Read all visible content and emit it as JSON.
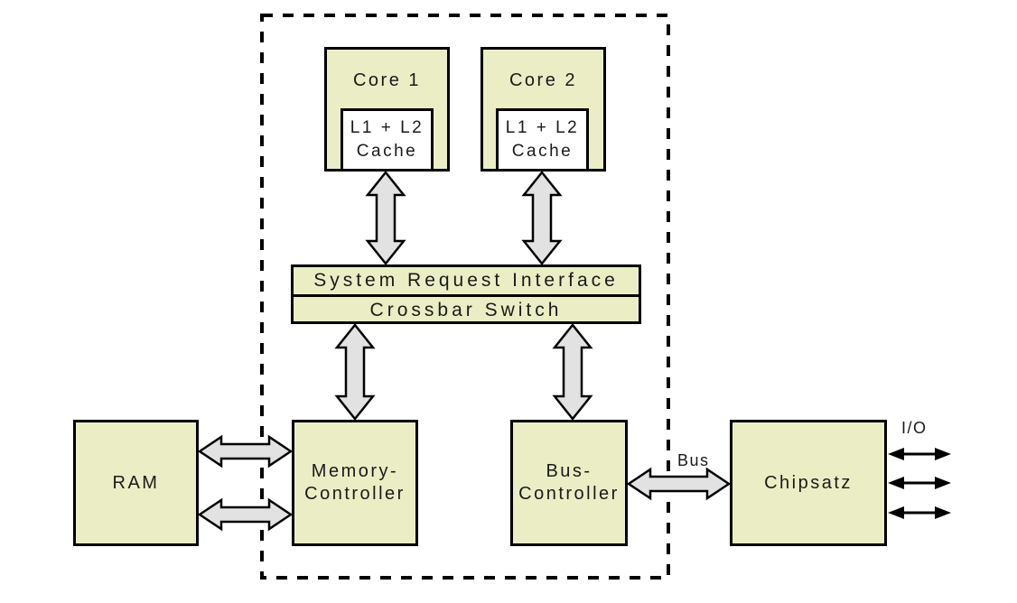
{
  "nodes": {
    "core1": {
      "label": "Core 1",
      "cache": {
        "line1": "L1 + L2",
        "line2": "Cache"
      }
    },
    "core2": {
      "label": "Core 2",
      "cache": {
        "line1": "L1 + L2",
        "line2": "Cache"
      }
    },
    "system_request_interface": {
      "label": "System Request Interface"
    },
    "crossbar_switch": {
      "label": "Crossbar Switch"
    },
    "ram": {
      "label": "RAM"
    },
    "memory_controller": {
      "line1": "Memory-",
      "line2": "Controller"
    },
    "bus_controller": {
      "line1": "Bus-",
      "line2": "Controller"
    },
    "chipset": {
      "label": "Chipsatz"
    }
  },
  "labels": {
    "bus": "Bus",
    "io": "I/O"
  },
  "connections": [
    {
      "from": "core1-cache",
      "to": "system-request-interface",
      "type": "outlined-double-arrow"
    },
    {
      "from": "core2-cache",
      "to": "system-request-interface",
      "type": "outlined-double-arrow"
    },
    {
      "from": "crossbar-switch",
      "to": "memory-controller",
      "type": "outlined-double-arrow"
    },
    {
      "from": "crossbar-switch",
      "to": "bus-controller",
      "type": "outlined-double-arrow"
    },
    {
      "from": "ram",
      "to": "memory-controller",
      "type": "outlined-double-arrow",
      "count": 2
    },
    {
      "from": "bus-controller",
      "to": "chipset",
      "type": "outlined-double-arrow",
      "label": "Bus"
    },
    {
      "from": "chipset",
      "to": "external-io",
      "type": "thin-double-arrow",
      "count": 3,
      "label": "I/O"
    }
  ],
  "colors": {
    "box_fill": "#ebeec5",
    "arrow_fill": "#e2e2e2",
    "outline": "#000000",
    "text": "#1a1a1a",
    "background": "#ffffff"
  }
}
